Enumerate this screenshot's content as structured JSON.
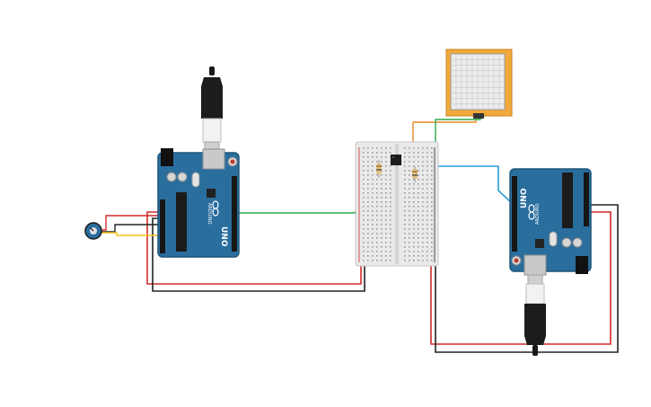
{
  "boards": {
    "left": {
      "model": "UNO",
      "brand": "ARDUINO"
    },
    "right": {
      "model": "UNO",
      "brand": "ARDUINO"
    }
  },
  "colors": {
    "board": "#2a6e9e",
    "board_edge": "#1f5579",
    "wire_red": "#d42a2a",
    "wire_black": "#222222",
    "wire_green": "#2ea84a",
    "wire_blue": "#2b9bd1",
    "wire_orange": "#e8892a",
    "wire_yellow": "#f0c419",
    "sensor_frame": "#f0a93a",
    "breadboard": "#e9e9e9"
  },
  "icons": [
    "usb-plug-icon",
    "potentiometer-icon",
    "ic-chip-icon",
    "resistor-icon",
    "touch-panel-icon"
  ]
}
